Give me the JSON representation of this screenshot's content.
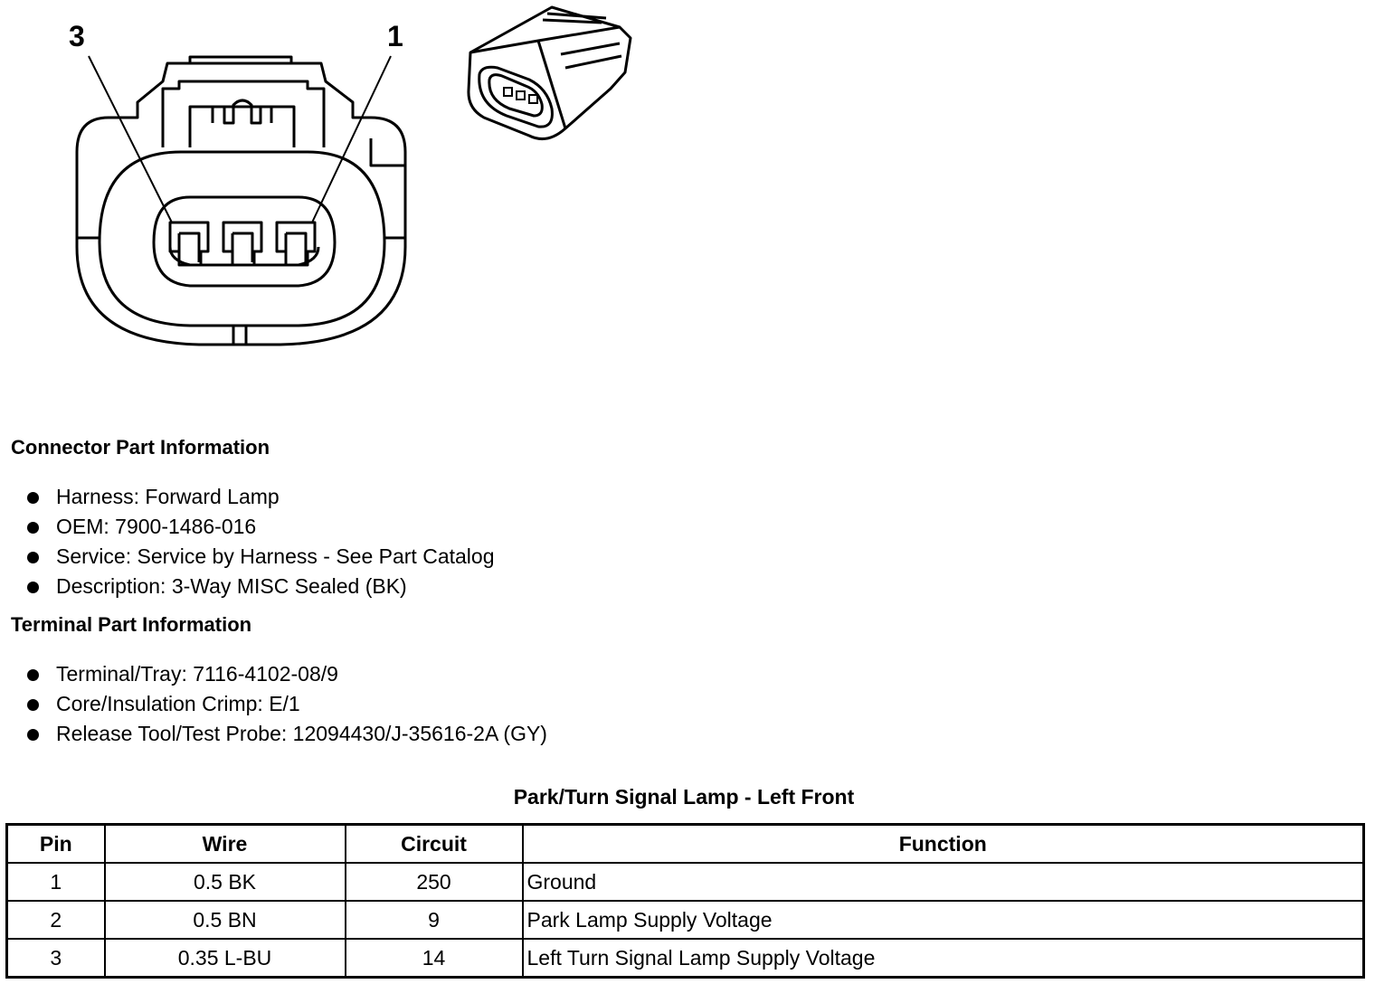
{
  "diagram": {
    "pin_labels": [
      "3",
      "1"
    ]
  },
  "connector_info": {
    "title": "Connector Part Information",
    "items": [
      "Harness: Forward Lamp",
      "OEM: 7900-1486-016",
      "Service: Service by Harness - See Part Catalog",
      "Description: 3-Way MISC Sealed (BK)"
    ]
  },
  "terminal_info": {
    "title": "Terminal Part Information",
    "items": [
      "Terminal/Tray: 7116-4102-08/9",
      "Core/Insulation Crimp: E/1",
      "Release Tool/Test Probe: 12094430/J-35616-2A (GY)"
    ]
  },
  "table": {
    "title": "Park/Turn Signal Lamp - Left Front",
    "headers": [
      "Pin",
      "Wire",
      "Circuit",
      "Function"
    ],
    "rows": [
      [
        "1",
        "0.5 BK",
        "250",
        "Ground"
      ],
      [
        "2",
        "0.5 BN",
        "9",
        "Park Lamp Supply Voltage"
      ],
      [
        "3",
        "0.35 L-BU",
        "14",
        "Left Turn Signal Lamp Supply Voltage"
      ]
    ]
  }
}
